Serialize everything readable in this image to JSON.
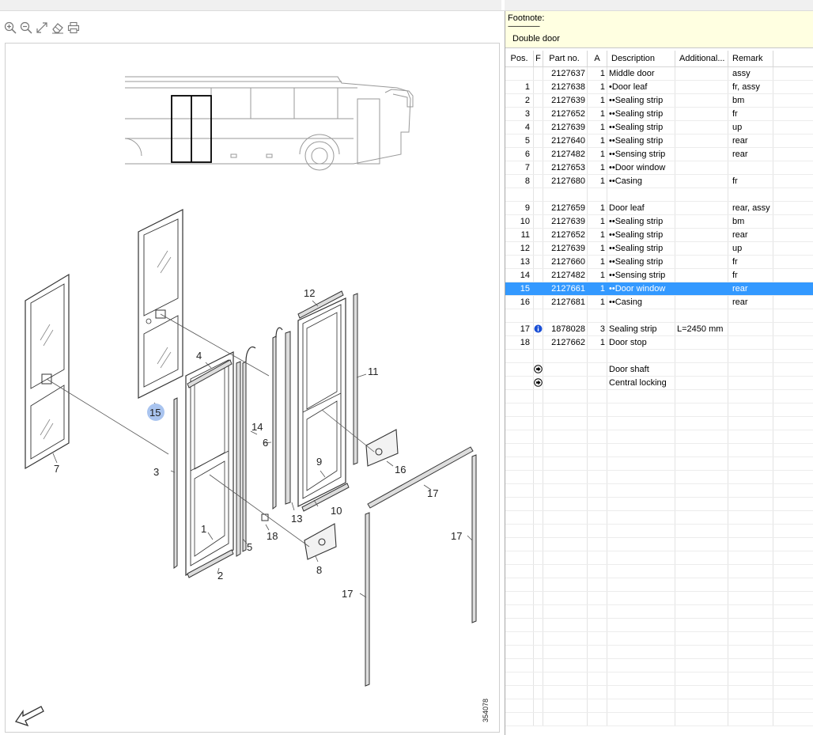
{
  "toolbar": {
    "icons": [
      "zoom-in-icon",
      "zoom-out-icon",
      "fit-to-window-icon",
      "eraser-icon",
      "print-icon"
    ]
  },
  "drawing": {
    "callouts": [
      "12",
      "11",
      "4",
      "15",
      "14",
      "6",
      "9",
      "16",
      "7",
      "3",
      "17",
      "10",
      "13",
      "1",
      "18",
      "5",
      "8",
      "2",
      "17",
      "17"
    ],
    "drawing_number": "354078"
  },
  "footnote": {
    "title": "Footnote:",
    "rule": "--------------------",
    "text": "Double door"
  },
  "table": {
    "headers": [
      "Pos.",
      "F",
      "Part no.",
      "A",
      "Description",
      "Additional...",
      "Remark"
    ],
    "rows": [
      {
        "pos": "",
        "flag": "",
        "part": "2127637",
        "qty": "1",
        "desc": "Middle door",
        "add": "",
        "remark": "assy",
        "selected": false
      },
      {
        "pos": "1",
        "flag": "",
        "part": "2127638",
        "qty": "1",
        "desc": "•Door leaf",
        "add": "",
        "remark": "fr, assy",
        "selected": false
      },
      {
        "pos": "2",
        "flag": "",
        "part": "2127639",
        "qty": "1",
        "desc": "••Sealing strip",
        "add": "",
        "remark": "bm",
        "selected": false
      },
      {
        "pos": "3",
        "flag": "",
        "part": "2127652",
        "qty": "1",
        "desc": "••Sealing strip",
        "add": "",
        "remark": "fr",
        "selected": false
      },
      {
        "pos": "4",
        "flag": "",
        "part": "2127639",
        "qty": "1",
        "desc": "••Sealing strip",
        "add": "",
        "remark": "up",
        "selected": false
      },
      {
        "pos": "5",
        "flag": "",
        "part": "2127640",
        "qty": "1",
        "desc": "••Sealing strip",
        "add": "",
        "remark": "rear",
        "selected": false
      },
      {
        "pos": "6",
        "flag": "",
        "part": "2127482",
        "qty": "1",
        "desc": "••Sensing strip",
        "add": "",
        "remark": "rear",
        "selected": false
      },
      {
        "pos": "7",
        "flag": "",
        "part": "2127653",
        "qty": "1",
        "desc": "••Door window",
        "add": "",
        "remark": "",
        "selected": false
      },
      {
        "pos": "8",
        "flag": "",
        "part": "2127680",
        "qty": "1",
        "desc": "••Casing",
        "add": "",
        "remark": "fr",
        "selected": false
      },
      {
        "pos": "",
        "flag": "",
        "part": "",
        "qty": "",
        "desc": "",
        "add": "",
        "remark": "",
        "selected": false
      },
      {
        "pos": "9",
        "flag": "",
        "part": "2127659",
        "qty": "1",
        "desc": "Door leaf",
        "add": "",
        "remark": "rear, assy",
        "selected": false
      },
      {
        "pos": "10",
        "flag": "",
        "part": "2127639",
        "qty": "1",
        "desc": "••Sealing strip",
        "add": "",
        "remark": "bm",
        "selected": false
      },
      {
        "pos": "11",
        "flag": "",
        "part": "2127652",
        "qty": "1",
        "desc": "••Sealing strip",
        "add": "",
        "remark": "rear",
        "selected": false
      },
      {
        "pos": "12",
        "flag": "",
        "part": "2127639",
        "qty": "1",
        "desc": "••Sealing strip",
        "add": "",
        "remark": "up",
        "selected": false
      },
      {
        "pos": "13",
        "flag": "",
        "part": "2127660",
        "qty": "1",
        "desc": "••Sealing strip",
        "add": "",
        "remark": "fr",
        "selected": false
      },
      {
        "pos": "14",
        "flag": "",
        "part": "2127482",
        "qty": "1",
        "desc": "••Sensing strip",
        "add": "",
        "remark": "fr",
        "selected": false
      },
      {
        "pos": "15",
        "flag": "",
        "part": "2127661",
        "qty": "1",
        "desc": "••Door window",
        "add": "",
        "remark": "rear",
        "selected": true
      },
      {
        "pos": "16",
        "flag": "",
        "part": "2127681",
        "qty": "1",
        "desc": "••Casing",
        "add": "",
        "remark": "rear",
        "selected": false
      },
      {
        "pos": "",
        "flag": "",
        "part": "",
        "qty": "",
        "desc": "",
        "add": "",
        "remark": "",
        "selected": false
      },
      {
        "pos": "17",
        "flag": "info",
        "part": "1878028",
        "qty": "3",
        "desc": "Sealing strip",
        "add": "L=2450 mm",
        "remark": "",
        "selected": false
      },
      {
        "pos": "18",
        "flag": "",
        "part": "2127662",
        "qty": "1",
        "desc": "Door stop",
        "add": "",
        "remark": "",
        "selected": false
      },
      {
        "pos": "",
        "flag": "",
        "part": "",
        "qty": "",
        "desc": "",
        "add": "",
        "remark": "",
        "selected": false
      },
      {
        "pos": "",
        "flag": "link",
        "part": "",
        "qty": "",
        "desc": "Door shaft",
        "add": "",
        "remark": "",
        "selected": false
      },
      {
        "pos": "",
        "flag": "link",
        "part": "",
        "qty": "",
        "desc": "Central locking",
        "add": "",
        "remark": "",
        "selected": false
      }
    ]
  },
  "colors": {
    "selection": "#3399ff",
    "footnote_bg": "#ffffe1",
    "callout_highlight": "#a9c4ef",
    "info_icon": "#1a4fd6"
  }
}
